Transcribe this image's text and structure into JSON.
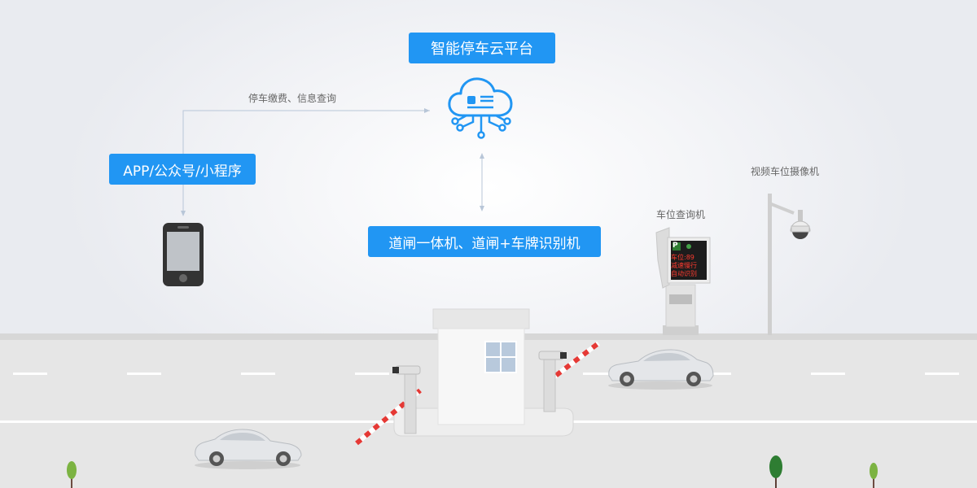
{
  "platform": {
    "title": "智能停车云平台"
  },
  "app": {
    "label": "APP/公众号/小程序"
  },
  "gate": {
    "label": "道闸一体机、道闸+车牌识别机"
  },
  "links": {
    "app_to_platform": "停车缴费、信息查询"
  },
  "devices": {
    "query_machine_label": "车位查询机",
    "camera_label": "视频车位摄像机",
    "query_screen": {
      "p_symbol": "P",
      "line1": "车位:89",
      "line2": "减速慢行",
      "line3": "自动识别"
    }
  },
  "icons": [
    "cloud-icon",
    "phone-icon",
    "kiosk-icon",
    "camera-icon",
    "car-icon",
    "tree-icon"
  ],
  "colors": {
    "accent": "#2196f3",
    "connector": "#b8c6d8",
    "barrier_red": "#e53935",
    "ground": "#e6e6e6"
  }
}
